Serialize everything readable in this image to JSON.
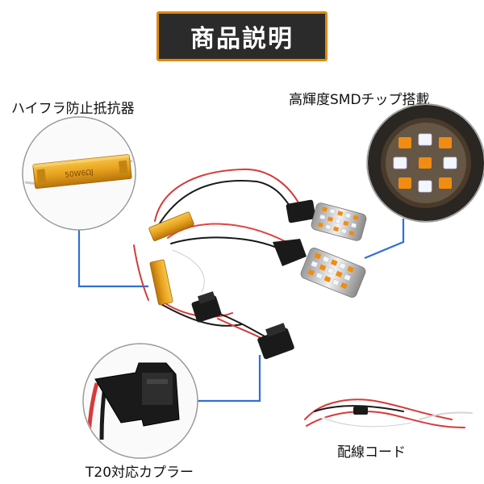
{
  "title": "商品説明",
  "labels": {
    "resistor": "ハイフラ防止抵抗器",
    "smd": "高輝度SMDチップ搭載",
    "coupler": "T20対応カプラー",
    "wiring": "配線コード"
  },
  "resistor_marking": "50W6ΩJ",
  "colors": {
    "title_bg": "#2b2b2b",
    "title_border": "#e0890c",
    "callout_line": "#2f6fd6",
    "resistor_gold": "#e7a21e",
    "led_orange": "#f08c12",
    "led_white": "#f4f6ff"
  }
}
